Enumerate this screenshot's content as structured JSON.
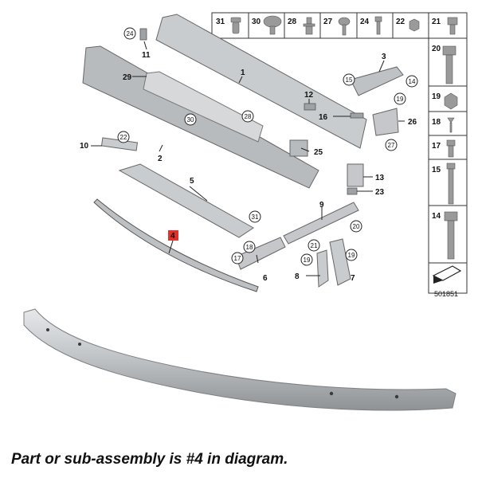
{
  "caption": "Part or sub-assembly is #4 in diagram.",
  "diagram_number": "501851",
  "highlight_color": "#e0312b",
  "callouts": {
    "c1": "1",
    "c2": "2",
    "c3": "3",
    "c4": "4",
    "c5": "5",
    "c6": "6",
    "c7": "7",
    "c8": "8",
    "c9": "9",
    "c10": "10",
    "c11": "11",
    "c12": "12",
    "c13": "13",
    "c14": "14",
    "c15": "15",
    "c16": "16",
    "c17": "17",
    "c18": "18",
    "c19": "19",
    "c20": "20",
    "c21": "21",
    "c22": "22",
    "c23": "23",
    "c24": "24",
    "c25": "25",
    "c26": "26",
    "c27": "27",
    "c28": "28",
    "c29": "29",
    "c30": "30",
    "c31": "31"
  },
  "fastener_legend": {
    "top_row": [
      "31",
      "30",
      "28",
      "27",
      "24",
      "22",
      "21"
    ],
    "right_column": [
      "20",
      "19",
      "18",
      "17",
      "15",
      "14"
    ]
  }
}
